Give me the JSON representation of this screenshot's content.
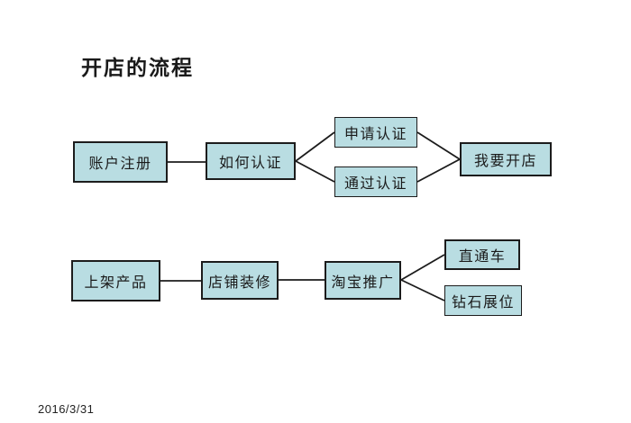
{
  "slide": {
    "title": "开店的流程",
    "date": "2016/3/31"
  },
  "theme": {
    "background": "#ffffff",
    "node_fill": "#b9dde2",
    "node_border": "#1c1c1c",
    "line_color": "#1c1c1c",
    "text_color": "#1a1a1a"
  },
  "diagram": {
    "flow1": {
      "account_register": "账户注册",
      "how_to_certify": "如何认证",
      "apply_certification": "申请认证",
      "pass_certification": "通过认证",
      "open_shop": "我要开店"
    },
    "flow2": {
      "list_products": "上架产品",
      "shop_decoration": "店铺装修",
      "taobao_promotion": "淘宝推广",
      "zhitongche": "直通车",
      "diamond_booth": "钻石展位"
    },
    "edges": [
      {
        "from": "账户注册",
        "to": "如何认证"
      },
      {
        "from": "如何认证",
        "to": "申请认证"
      },
      {
        "from": "如何认证",
        "to": "通过认证"
      },
      {
        "from": "申请认证",
        "to": "我要开店"
      },
      {
        "from": "通过认证",
        "to": "我要开店"
      },
      {
        "from": "上架产品",
        "to": "店铺装修"
      },
      {
        "from": "店铺装修",
        "to": "淘宝推广"
      },
      {
        "from": "淘宝推广",
        "to": "直通车"
      },
      {
        "from": "淘宝推广",
        "to": "钻石展位"
      }
    ]
  }
}
